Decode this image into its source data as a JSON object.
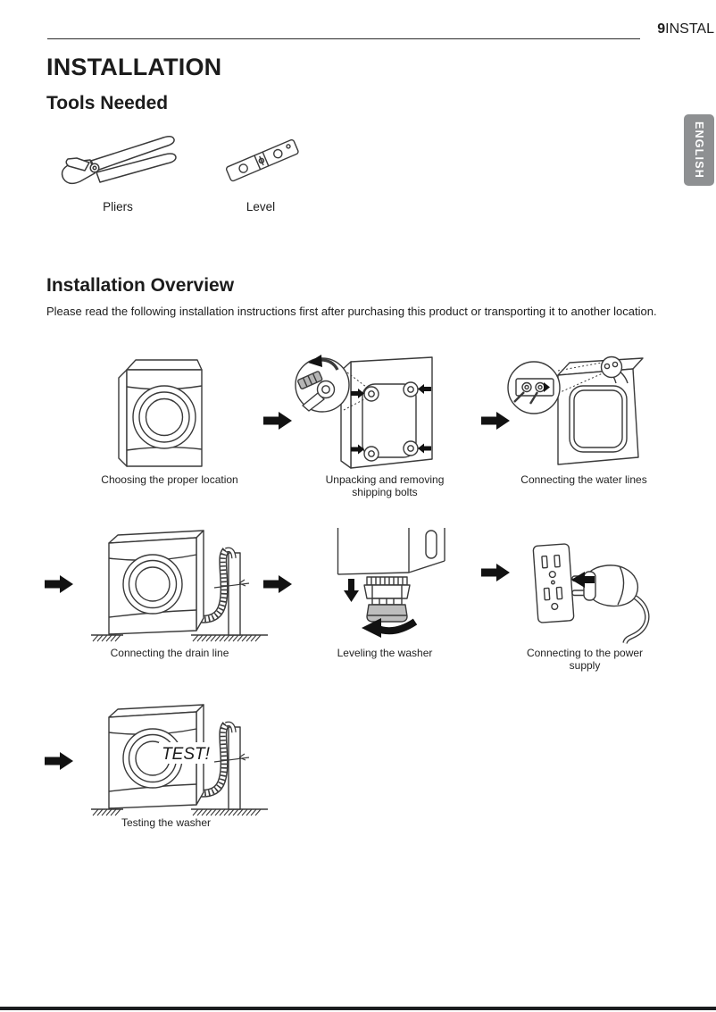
{
  "header": {
    "page_number": "9",
    "section": "INSTAL"
  },
  "language_tab": {
    "label": "ENGLISH"
  },
  "title": "INSTALLATION",
  "tools": {
    "heading": "Tools Needed",
    "items": [
      {
        "label": "Pliers"
      },
      {
        "label": "Level"
      }
    ]
  },
  "overview": {
    "heading": "Installation Overview",
    "intro": "Please read the following installation instructions first after purchasing this product or transporting it to another location.",
    "steps": [
      {
        "caption": "Choosing the proper location"
      },
      {
        "caption": "Unpacking and removing shipping bolts"
      },
      {
        "caption": "Connecting the water lines"
      },
      {
        "caption": "Connecting the drain line"
      },
      {
        "caption": "Leveling the washer"
      },
      {
        "caption": "Connecting to the power supply"
      },
      {
        "caption": "Testing the washer"
      }
    ],
    "test_label": "TEST!"
  }
}
